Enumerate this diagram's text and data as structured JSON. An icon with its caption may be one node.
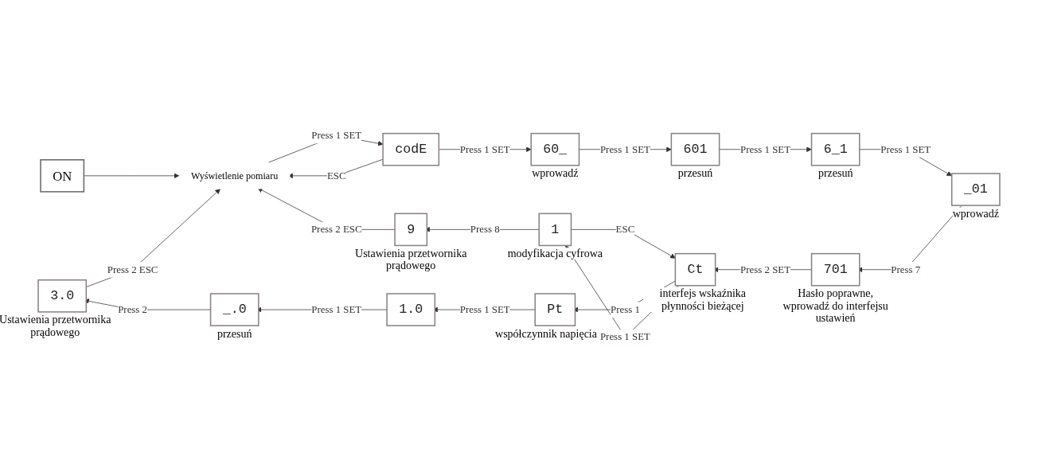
{
  "diagram": {
    "nodes": [
      {
        "text": [
          "ON"
        ]
      },
      {
        "text": [
          "Wyświetlenie pomiaru"
        ]
      },
      {
        "text": [
          "codE"
        ]
      },
      {
        "text": [
          "60_"
        ],
        "beside": [
          "wprowadź"
        ]
      },
      {
        "text": [
          "601"
        ],
        "beside": [
          "przesuń"
        ]
      },
      {
        "text": [
          "6_1"
        ],
        "beside": [
          "przesuń"
        ]
      },
      {
        "text": [
          "_01"
        ],
        "beside": [
          "wprowadź"
        ]
      },
      {
        "text": [
          "701"
        ],
        "beside": [
          "Hasło poprawne, wprowadź do interfejsu ustawień"
        ]
      },
      {
        "text": [
          "Ct"
        ],
        "beside": [
          "interfejs wskaźnika płynności bieżącej"
        ]
      },
      {
        "text": [
          "1"
        ],
        "beside": [
          "modyfikacja cyfrowa"
        ]
      },
      {
        "text": [
          "9"
        ],
        "beside": [
          "Ustawienia przetwornika prądowego"
        ]
      },
      {
        "text": [
          "Pt"
        ],
        "beside": [
          "współczynnik napięcia"
        ]
      },
      {
        "text": [
          "1.0"
        ]
      },
      {
        "text": [
          "_.0"
        ],
        "beside": [
          "przesuń"
        ]
      },
      {
        "text": [
          "3.0"
        ],
        "beside": [
          "Ustawienia przetwornika prądowego"
        ]
      }
    ],
    "edges": [
      {
        "from": 0,
        "to": 1,
        "arrow": "to"
      },
      {
        "from": 1,
        "to": 2,
        "arrow": "to",
        "label": "Press 1 SET"
      },
      {
        "from": 2,
        "to": 1,
        "arrow": "to",
        "label": "ESC"
      },
      {
        "from": 2,
        "to": 3,
        "arrow": "to",
        "label": "Press 1 SET"
      },
      {
        "from": 3,
        "to": 4,
        "arrow": "to",
        "label": "Press 1 SET"
      },
      {
        "from": 4,
        "to": 5,
        "arrow": "to",
        "label": "Press 1 SET"
      },
      {
        "from": 5,
        "to": 6,
        "arrow": "to",
        "label": "Press 1 SET"
      },
      {
        "from": 6,
        "to": 7,
        "arrow": "to",
        "label": "Press 7"
      },
      {
        "from": 7,
        "to": 8,
        "arrow": "to",
        "label": "Press 2 SET"
      },
      {
        "from": 8,
        "to": 9,
        "arrow": "to",
        "label": "Press 1 SET"
      },
      {
        "from": 9,
        "to": 8,
        "arrow": "to",
        "label": "ESC"
      },
      {
        "from": 9,
        "to": 10,
        "arrow": "to",
        "label": "Press 8"
      },
      {
        "from": 10,
        "to": 1,
        "arrow": "to",
        "label": "Press 2 ESC"
      },
      {
        "from": 8,
        "to": 11,
        "arrow": "to",
        "label": "Press 1"
      },
      {
        "from": 11,
        "to": 12,
        "arrow": "to",
        "label": "Press 1 SET"
      },
      {
        "from": 12,
        "to": 13,
        "arrow": "to",
        "label": "Press 1 SET"
      },
      {
        "from": 13,
        "to": 14,
        "arrow": "to",
        "label": "Press 2"
      },
      {
        "from": 14,
        "to": 1,
        "arrow": "to",
        "label": "Press 2 ESC"
      }
    ]
  }
}
